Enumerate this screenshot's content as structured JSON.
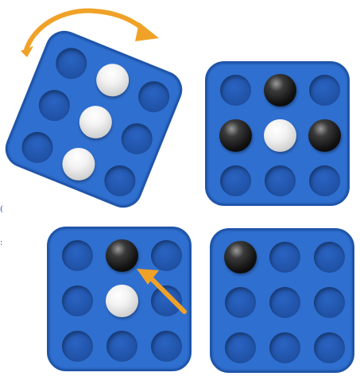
{
  "colors": {
    "board": "#2f6fd0",
    "board_edge": "#1f55aa",
    "hole": "#2a63c2",
    "hole_rim": "#1b4a98",
    "arrow": "#f0a228"
  },
  "boards": [
    {
      "name": "rotating-board",
      "cells": [
        "empty",
        "white",
        "empty",
        "empty",
        "white",
        "empty",
        "empty",
        "white",
        "empty"
      ]
    },
    {
      "name": "board-top-right",
      "cells": [
        "empty",
        "black",
        "empty",
        "black",
        "white",
        "black",
        "empty",
        "empty",
        "empty"
      ]
    },
    {
      "name": "board-bottom-left",
      "cells": [
        "empty",
        "black",
        "empty",
        "empty",
        "white",
        "empty",
        "empty",
        "empty",
        "empty"
      ]
    },
    {
      "name": "board-bottom-right",
      "cells": [
        "black",
        "empty",
        "empty",
        "empty",
        "empty",
        "empty",
        "empty",
        "empty",
        "empty"
      ]
    }
  ],
  "icons": {
    "rotate_arrow": "curved-rotate-arrow-icon",
    "move_arrow": "diagonal-move-arrow-icon"
  }
}
